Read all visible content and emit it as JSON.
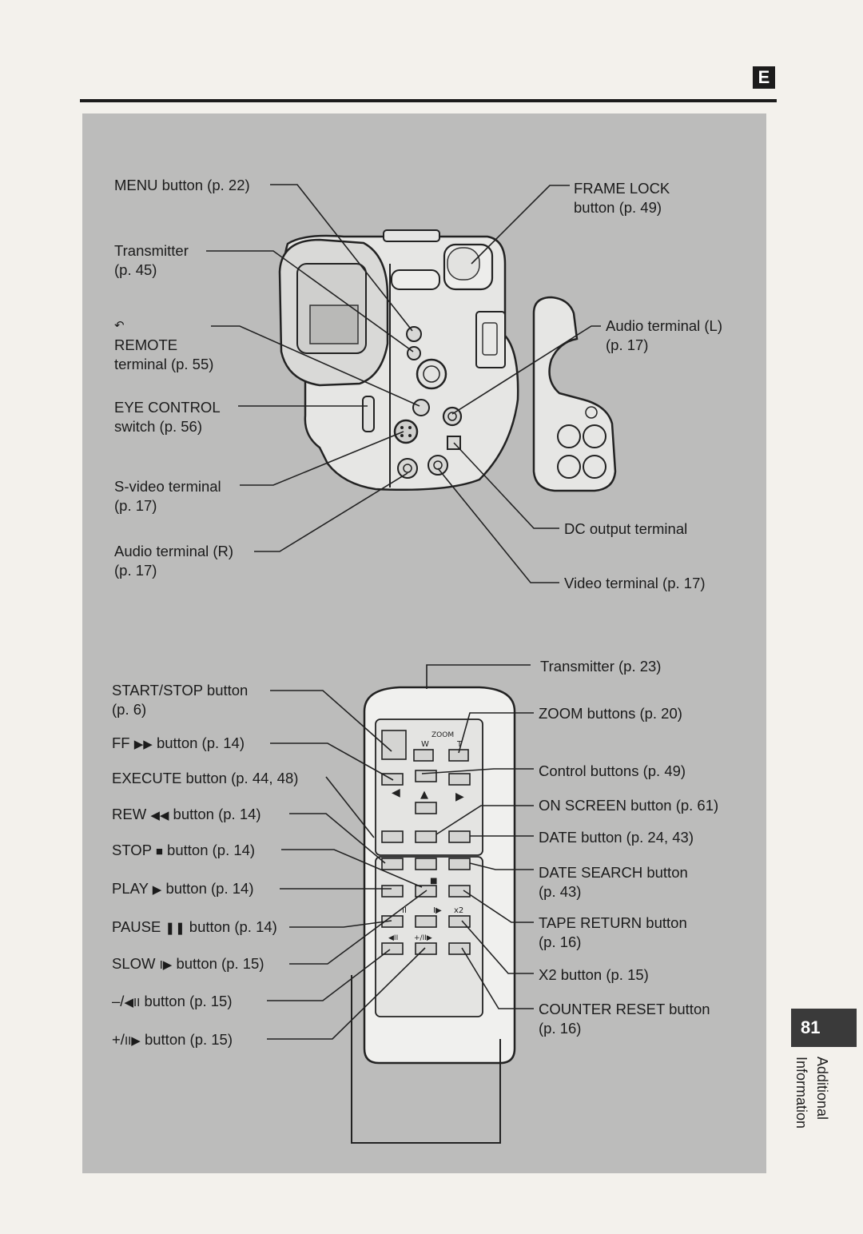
{
  "header": {
    "section_letter": "E"
  },
  "page": {
    "number": "81",
    "section_line1": "Additional",
    "section_line2": "Information"
  },
  "camera_labels": {
    "menu_button": "MENU button (p. 22)",
    "transmitter_line1": "Transmitter",
    "transmitter_line2": "(p. 45)",
    "remote_line1": "REMOTE",
    "remote_line2": "terminal (p. 55)",
    "eye_control_line1": "EYE CONTROL",
    "eye_control_line2": "switch (p. 56)",
    "svideo_line1": "S-video terminal",
    "svideo_line2": "(p. 17)",
    "audio_r_line1": "Audio terminal (R)",
    "audio_r_line2": "(p. 17)",
    "frame_lock_line1": "FRAME LOCK",
    "frame_lock_line2": "button (p. 49)",
    "audio_l_line1": "Audio terminal (L)",
    "audio_l_line2": "(p. 17)",
    "dc_output": "DC output terminal",
    "video_terminal": "Video terminal (p. 17)"
  },
  "remote_labels": {
    "transmitter": "Transmitter (p. 23)",
    "start_stop_line1": "START/STOP button",
    "start_stop_line2": "(p. 6)",
    "ff_prefix": "FF",
    "ff_symbol": "▶▶",
    "ff_suffix": "button (p. 14)",
    "execute": "EXECUTE button (p. 44, 48)",
    "rew_prefix": "REW",
    "rew_symbol": "◀◀",
    "rew_suffix": "button (p. 14)",
    "stop_prefix": "STOP",
    "stop_symbol": "■",
    "stop_suffix": "button (p. 14)",
    "play_prefix": "PLAY",
    "play_symbol": "▶",
    "play_suffix": "button (p. 14)",
    "pause_prefix": "PAUSE",
    "pause_symbol": "❚❚",
    "pause_suffix": "button (p. 14)",
    "slow_prefix": "SLOW",
    "slow_symbol": "I▶",
    "slow_suffix": "button (p. 15)",
    "minus_prefix": "–/",
    "minus_symbol": "◀II",
    "minus_suffix": "button (p. 15)",
    "plus_prefix": "+/",
    "plus_symbol": "II▶",
    "plus_suffix": "button (p. 15)",
    "zoom": "ZOOM buttons (p. 20)",
    "control": "Control buttons (p. 49)",
    "on_screen": "ON SCREEN button (p. 61)",
    "date": "DATE button (p. 24, 43)",
    "date_search_line1": "DATE SEARCH button",
    "date_search_line2": "(p. 43)",
    "tape_return_line1": "TAPE RETURN button",
    "tape_return_line2": "(p. 16)",
    "x2": "X2 button (p. 15)",
    "counter_reset_line1": "COUNTER RESET button",
    "counter_reset_line2": "(p. 16)"
  },
  "remote_keys": {
    "zoom": "ZOOM",
    "w": "W",
    "t": "T",
    "x2": "x2"
  }
}
